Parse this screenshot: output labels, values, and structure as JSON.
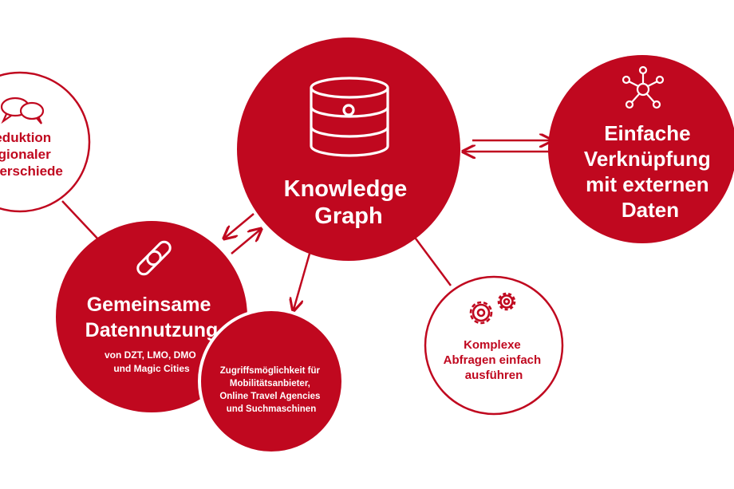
{
  "colors": {
    "primary": "#c0081f",
    "white": "#ffffff"
  },
  "nodes": {
    "regional": {
      "icon": "speech-bubbles-icon",
      "lines": [
        "Reduktion",
        "regionaler",
        "Unterschiede"
      ]
    },
    "knowledge": {
      "icon": "database-icon",
      "lines": [
        "Knowledge",
        "Graph"
      ]
    },
    "external": {
      "icon": "network-nodes-icon",
      "lines": [
        "Einfache",
        "Verknüpfung",
        "mit externen",
        "Daten"
      ]
    },
    "shared": {
      "icon": "chain-link-icon",
      "title_lines": [
        "Gemeinsame",
        "Datennutzung"
      ],
      "sub_lines": [
        "von DZT, LMO, DMO",
        "und Magic Cities"
      ]
    },
    "access": {
      "lines": [
        "Zugriffsmöglichkeit für",
        "Mobilitätsanbieter,",
        "Online Travel Agencies",
        "und Suchmaschinen"
      ]
    },
    "queries": {
      "icon": "gears-icon",
      "lines": [
        "Komplexe",
        "Abfragen einfach",
        "ausführen"
      ]
    }
  }
}
